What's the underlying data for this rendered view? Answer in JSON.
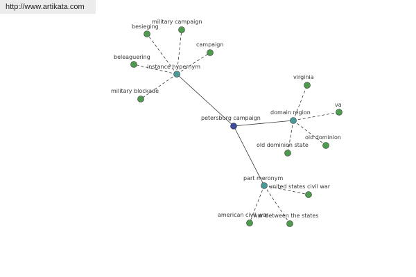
{
  "banner": {
    "url": "http://www.artikata.com"
  },
  "colors": {
    "root": "#3b4a9c",
    "relation": "#4a9a9a",
    "leaf": "#4e9a4e",
    "node_stroke": "#333333",
    "edge": "#333333",
    "text": "#333333"
  },
  "graph": {
    "nodes": [
      {
        "id": "root",
        "kind": "root",
        "label": "petersburg campaign"
      },
      {
        "id": "instance_hypernym",
        "kind": "relation",
        "label": "instance hypernym"
      },
      {
        "id": "domain_region",
        "kind": "relation",
        "label": "domain region"
      },
      {
        "id": "part_meronym",
        "kind": "relation",
        "label": "part meronym"
      },
      {
        "id": "besieging",
        "kind": "leaf",
        "label": "besieging"
      },
      {
        "id": "military_campaign",
        "kind": "leaf",
        "label": "military campaign"
      },
      {
        "id": "campaign",
        "kind": "leaf",
        "label": "campaign"
      },
      {
        "id": "beleaguering",
        "kind": "leaf",
        "label": "beleaguering"
      },
      {
        "id": "military_blockade",
        "kind": "leaf",
        "label": "military blockade"
      },
      {
        "id": "virginia",
        "kind": "leaf",
        "label": "virginia"
      },
      {
        "id": "va",
        "kind": "leaf",
        "label": "va"
      },
      {
        "id": "old_dominion",
        "kind": "leaf",
        "label": "old dominion"
      },
      {
        "id": "old_dominion_state",
        "kind": "leaf",
        "label": "old dominion state"
      },
      {
        "id": "united_states_civil_war",
        "kind": "leaf",
        "label": "united states civil war"
      },
      {
        "id": "american_civil_war",
        "kind": "leaf",
        "label": "american civil war"
      },
      {
        "id": "war_between_the_states",
        "kind": "leaf",
        "label": "war between the states"
      }
    ],
    "edges": [
      {
        "from": "root",
        "to": "instance_hypernym",
        "style": "solid"
      },
      {
        "from": "root",
        "to": "domain_region",
        "style": "solid"
      },
      {
        "from": "root",
        "to": "part_meronym",
        "style": "solid"
      },
      {
        "from": "instance_hypernym",
        "to": "besieging",
        "style": "dashed"
      },
      {
        "from": "instance_hypernym",
        "to": "military_campaign",
        "style": "dashed"
      },
      {
        "from": "instance_hypernym",
        "to": "campaign",
        "style": "dashed"
      },
      {
        "from": "instance_hypernym",
        "to": "beleaguering",
        "style": "dashed"
      },
      {
        "from": "instance_hypernym",
        "to": "military_blockade",
        "style": "dashed"
      },
      {
        "from": "domain_region",
        "to": "virginia",
        "style": "dashed"
      },
      {
        "from": "domain_region",
        "to": "va",
        "style": "dashed"
      },
      {
        "from": "domain_region",
        "to": "old_dominion",
        "style": "dashed"
      },
      {
        "from": "domain_region",
        "to": "old_dominion_state",
        "style": "dashed"
      },
      {
        "from": "part_meronym",
        "to": "united_states_civil_war",
        "style": "dashed"
      },
      {
        "from": "part_meronym",
        "to": "american_civil_war",
        "style": "dashed"
      },
      {
        "from": "part_meronym",
        "to": "war_between_the_states",
        "style": "dashed"
      }
    ]
  }
}
